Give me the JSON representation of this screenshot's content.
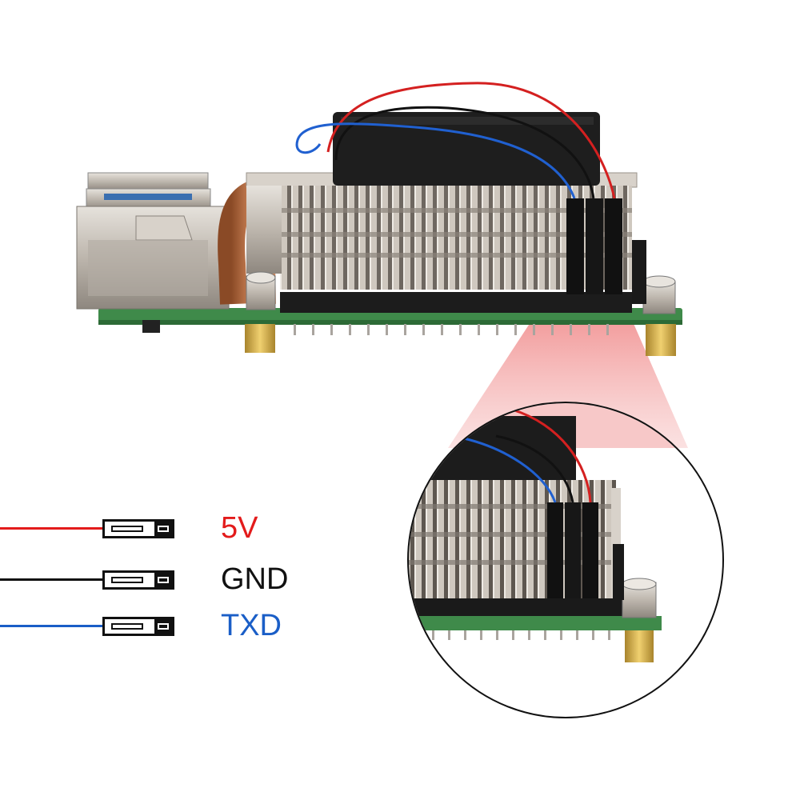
{
  "legend": {
    "items": [
      {
        "label": "5V",
        "wire_color": "#e31b1b",
        "label_color": "#e31b1b"
      },
      {
        "label": "GND",
        "wire_color": "#111111",
        "label_color": "#111111"
      },
      {
        "label": "TXD",
        "wire_color": "#1a5ec7",
        "label_color": "#1a5ec7"
      }
    ]
  },
  "photo": {
    "description_icon": "raspberry-pi-with-cooling-fan",
    "colors": {
      "pcb": "#3f8a4a",
      "heatsink": "#c9c2b8",
      "fan": "#1e1e1e",
      "copper": "#c87a4a",
      "magnifier_cone": "#f3a0a0"
    }
  }
}
